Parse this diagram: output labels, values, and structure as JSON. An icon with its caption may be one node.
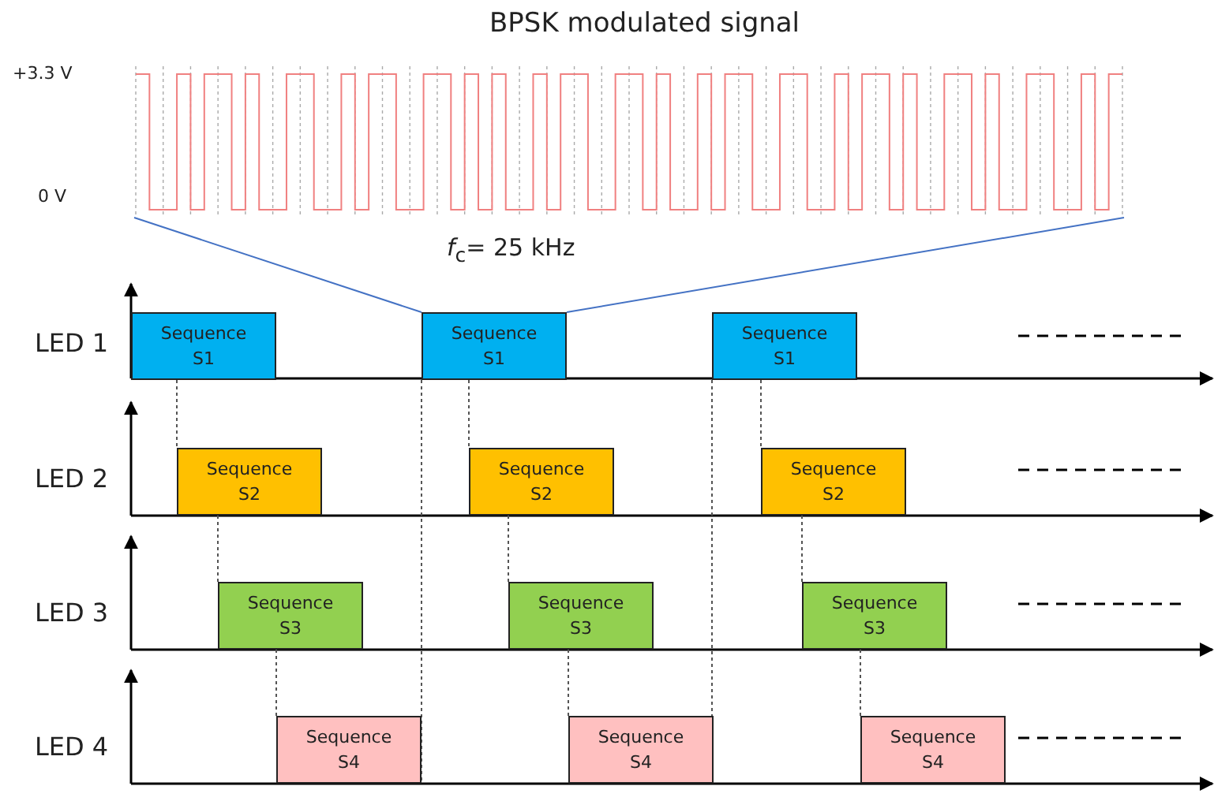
{
  "diagram": {
    "title": "BPSK modulated signal",
    "nodes": [
      {
        "text": [],
        "shape": "picture"
      },
      {
        "text": [
          "Sequence S1"
        ]
      },
      {
        "text": [
          "Sequence S1"
        ]
      },
      {
        "text": [
          "Sequence S1"
        ]
      },
      {
        "text": [
          "Sequence S2"
        ]
      },
      {
        "text": [
          "Sequence S2"
        ]
      },
      {
        "text": [
          "Sequence S2"
        ]
      },
      {
        "text": [
          "Sequence S3"
        ]
      },
      {
        "text": [
          "Sequence S3"
        ]
      },
      {
        "text": [
          "Sequence S3"
        ]
      },
      {
        "text": [
          "Sequence S4"
        ]
      },
      {
        "text": [
          "Sequence S4"
        ]
      },
      {
        "text": [
          "Sequence S4"
        ]
      }
    ],
    "edges": [
      {
        "from": 0,
        "to": 2,
        "arrow": "none",
        "color": "#4472c4"
      },
      {
        "from": 0,
        "to": 2,
        "arrow": "none",
        "color": "#4472c4"
      },
      {
        "from": 1,
        "to": 4,
        "arrow": "none",
        "style": "dashed"
      },
      {
        "from": 2,
        "to": 5,
        "arrow": "none",
        "style": "dashed"
      },
      {
        "from": 3,
        "to": 6,
        "arrow": "none",
        "style": "dashed"
      },
      {
        "from": 4,
        "to": 7,
        "arrow": "none",
        "style": "dashed"
      },
      {
        "from": 5,
        "to": 8,
        "arrow": "none",
        "style": "dashed"
      },
      {
        "from": 6,
        "to": 9,
        "arrow": "none",
        "style": "dashed"
      },
      {
        "from": 7,
        "to": 10,
        "arrow": "none",
        "style": "dashed"
      },
      {
        "from": 8,
        "to": 11,
        "arrow": "none",
        "style": "dashed"
      },
      {
        "from": 9,
        "to": 12,
        "arrow": "none",
        "style": "dashed"
      },
      {
        "from": 2,
        "to": 10,
        "arrow": "none",
        "style": "dashed"
      },
      {
        "from": 3,
        "to": 11,
        "arrow": "none",
        "style": "dashed"
      }
    ],
    "labels": [
      "+3.3 V",
      "0 V",
      "*f*$_{c}$= 25 kHz",
      "LED 1",
      "LED 2",
      "LED 3",
      "LED 4"
    ]
  }
}
